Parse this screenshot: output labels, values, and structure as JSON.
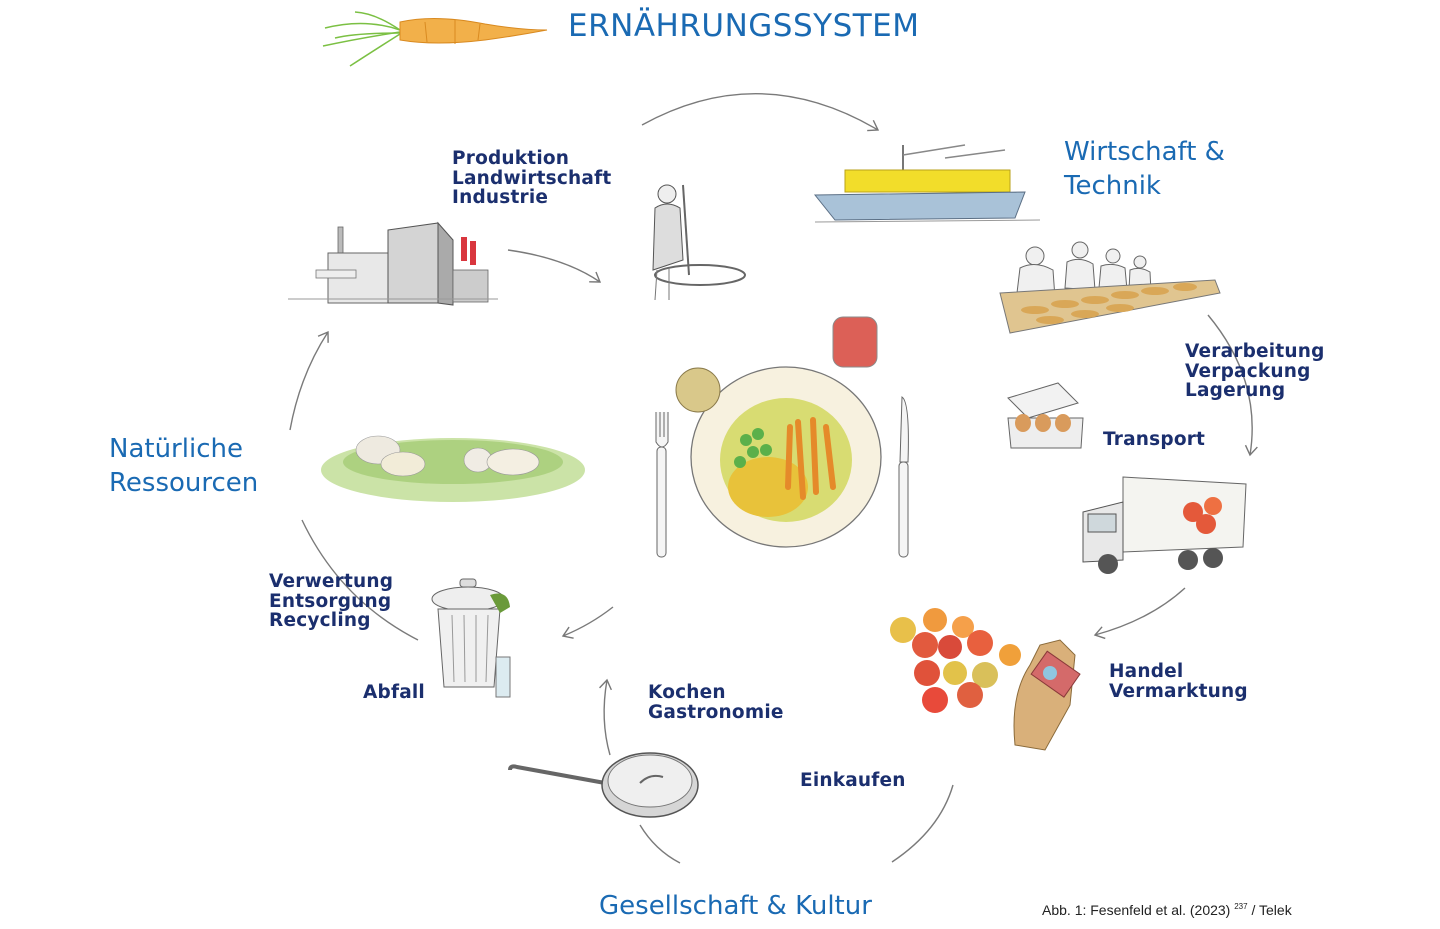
{
  "header": {
    "title": "ERNÄHRUNGSSYSTEM",
    "icon": "carrot-icon"
  },
  "sectors": {
    "economy": [
      "Wirtschaft &",
      "Technik"
    ],
    "nature": [
      "Natürliche",
      "Ressourcen"
    ],
    "society": [
      "Gesellschaft & Kultur"
    ]
  },
  "stages": {
    "production": [
      "Produktion",
      "Landwirtschaft",
      "Industrie"
    ],
    "processing": [
      "Verarbeitung",
      "Verpackung",
      "Lagerung"
    ],
    "transport": [
      "Transport"
    ],
    "trade": [
      "Handel",
      "Vermarktung"
    ],
    "shopping": [
      "Einkaufen"
    ],
    "cooking": [
      "Kochen",
      "Gastronomie"
    ],
    "waste": [
      "Abfall"
    ],
    "recycling": [
      "Verwertung",
      "Entsorgung",
      "Recycling"
    ]
  },
  "illustrations": [
    "factory-icon",
    "farmer-stirring-icon",
    "cargo-ship-icon",
    "bakery-line-icon",
    "egg-carton-icon",
    "delivery-truck-icon",
    "apples-and-money-icon",
    "frying-pan-icon",
    "trash-can-icon",
    "grazing-sheep-icon",
    "dinner-plate-icon"
  ],
  "caption": {
    "text": "Abb. 1: Fesenfeld et al. (2023)",
    "superscript": "237",
    "suffix": " / Telek"
  },
  "colors": {
    "sector_blue": "#1a6ab3",
    "label_navy": "#1b2f6e",
    "arrow_gray": "#777777"
  }
}
